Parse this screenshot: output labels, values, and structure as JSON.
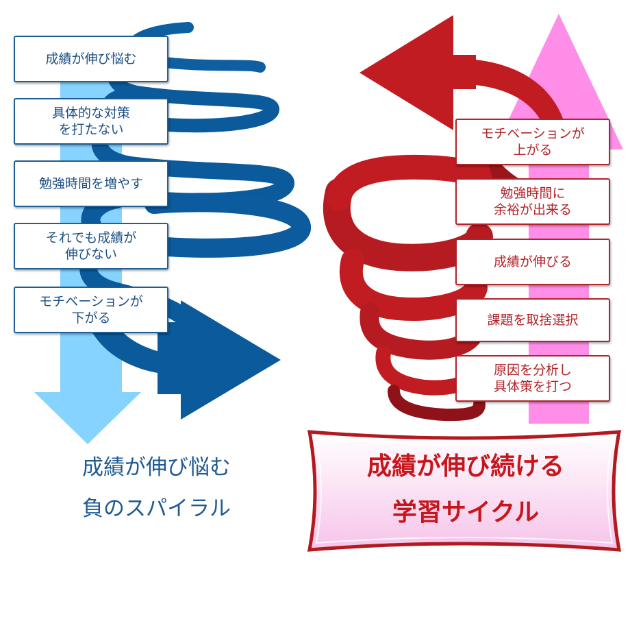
{
  "negative_cycle": {
    "steps": [
      "成績が伸び悩む",
      "具体的な対策\nを打たない",
      "勉強時間を増やす",
      "それでも成績が\n伸びない",
      "モチベーションが\n下がる"
    ],
    "caption": [
      "成績が伸び悩む",
      "負のスパイラル"
    ],
    "colors": {
      "spiral": "#0a5a9c",
      "arrow": "#7fd0ff"
    }
  },
  "positive_cycle": {
    "steps": [
      "モチベーションが\n上がる",
      "勉強時間に\n余裕が出来る",
      "成績が伸びる",
      "課題を取捨選択",
      "原因を分析し\n具体策を打つ"
    ],
    "banner": [
      "成績が伸び続ける",
      "学習サイクル"
    ],
    "colors": {
      "spiral": "#c01c22",
      "arrow": "#ff8ee8",
      "banner_fill": "#fbd3ef"
    }
  }
}
